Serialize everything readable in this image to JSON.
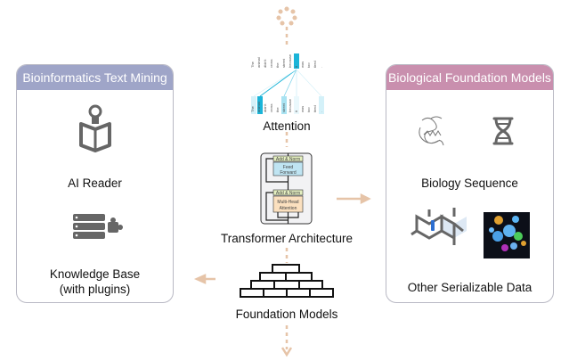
{
  "left_panel": {
    "title": "Bioinformatics Text Mining",
    "header_color": "#9fa5c8",
    "items": [
      {
        "label": "AI Reader",
        "icon": "reader-icon"
      },
      {
        "label": "Knowledge Base",
        "label2": "(with plugins)",
        "icon": "database-plugin-icon"
      }
    ]
  },
  "right_panel": {
    "title": "Biological Foundation Models",
    "header_color": "#c98fae",
    "items": [
      {
        "label": "Biology Sequence",
        "icons": [
          "protein-structure-icon",
          "dna-icon"
        ]
      },
      {
        "label": "Other Serializable Data",
        "icons": [
          "molecule-icon",
          "cell-cluster-image"
        ]
      }
    ]
  },
  "center": {
    "attention_label": "Attention",
    "attention_tokens": [
      "The",
      "animal",
      "didn't",
      "cross",
      "the",
      "street",
      "because",
      "it",
      "was",
      "too",
      "tired",
      "."
    ],
    "transformer_label": "Transformer Architecture",
    "blocks": {
      "add_norm": "Add & Norm",
      "feed_forward_1": "Feed",
      "feed_forward_2": "Forward",
      "mha_1": "Multi-Head",
      "mha_2": "Attention"
    },
    "foundation_label": "Foundation Models"
  },
  "colors": {
    "arrow": "#e6c4a8",
    "attention": "#1bb4d8"
  }
}
